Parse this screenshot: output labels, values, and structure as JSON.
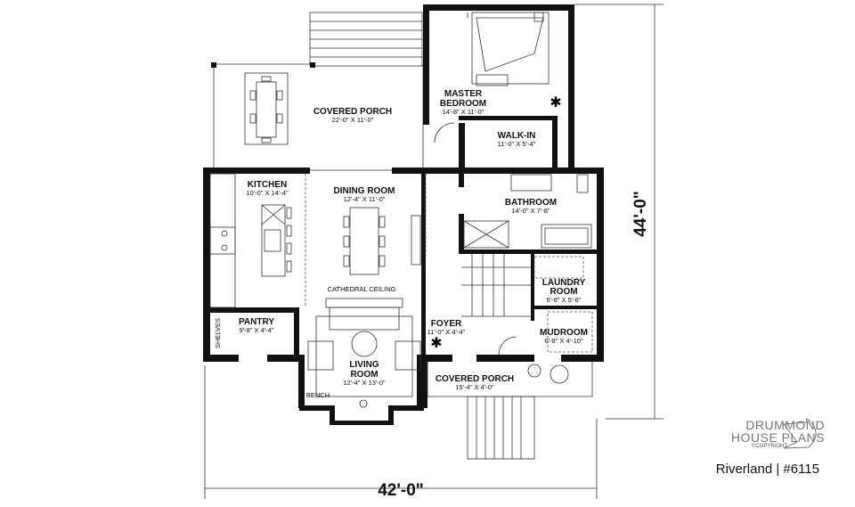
{
  "rooms": {
    "covered_porch_rear": {
      "name": "COVERED PORCH",
      "size": "22'-0\" X 11'-0\""
    },
    "master_bedroom": {
      "name1": "MASTER",
      "name2": "BEDROOM",
      "size": "14'-8\" X 11'-0\""
    },
    "walk_in": {
      "name": "WALK-IN",
      "size": "11'-0\" X 5'-4\""
    },
    "kitchen": {
      "name": "KITCHEN",
      "size": "10'-0\" X 14'-4\""
    },
    "dining_room": {
      "name": "DINING ROOM",
      "size": "12'-4\" X 11'-0\""
    },
    "bathroom": {
      "name": "BATHROOM",
      "size": "14'-0\" X 7'-8\""
    },
    "laundry_room": {
      "name1": "LAUNDRY",
      "name2": "ROOM",
      "size": "6'-8\" X 5'-8\""
    },
    "pantry": {
      "name": "PANTRY",
      "size": "9'-8\" X 4'-4\""
    },
    "foyer": {
      "name": "FOYER",
      "size": "11'-0\" X 4'-4\""
    },
    "mudroom": {
      "name": "MUDROOM",
      "size": "6'-8\" X 4'-10\""
    },
    "living_room": {
      "name1": "LIVING",
      "name2": "ROOM",
      "size": "12'-4\" X 13'-0\""
    },
    "covered_porch_front": {
      "name": "COVERED PORCH",
      "size": "15'-4\" X 4'-0\""
    }
  },
  "notes": {
    "cathedral_ceiling": "CATHEDRAL CEILING",
    "shelves": "SHELVES",
    "bench": "BENCH"
  },
  "dimensions": {
    "width": "42'-0\"",
    "depth": "44'-0\""
  },
  "branding": {
    "line1": "DRUMMOND",
    "line2": "HOUSE PLANS",
    "copyright": "©COPYRIGHT",
    "model": "Riverland | #6115"
  }
}
